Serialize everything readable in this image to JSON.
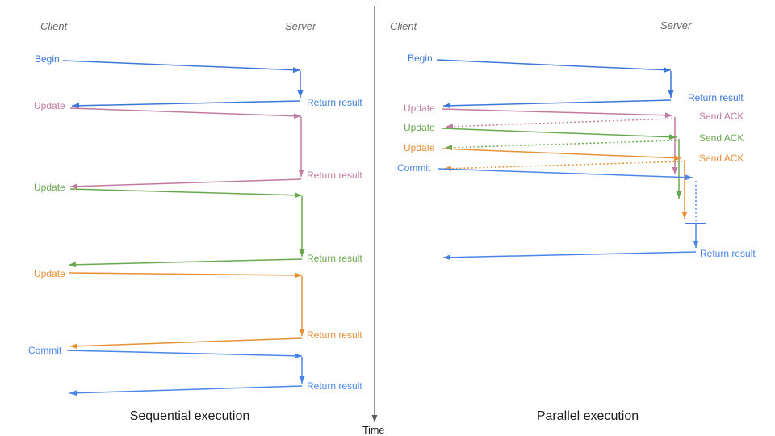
{
  "palette": {
    "begin_blue": "#3c78d8",
    "commit_blue": "#4a86e8",
    "update_pink": "#c27ba0",
    "update_green": "#6aa84f",
    "update_orange": "#e69138",
    "axis_gray": "#595959"
  },
  "time_axis": {
    "label": "Time"
  },
  "sequential": {
    "title": "Sequential execution",
    "client_label": "Client",
    "server_label": "Server",
    "messages": [
      {
        "request": "Begin",
        "response": "Return result",
        "color": "#3c78d8"
      },
      {
        "request": "Update",
        "response": "Return result",
        "color": "#c27ba0"
      },
      {
        "request": "Update",
        "response": "Return result",
        "color": "#6aa84f"
      },
      {
        "request": "Update",
        "response": "Return result",
        "color": "#e69138"
      },
      {
        "request": "Commit",
        "response": "Return result",
        "color": "#4a86e8"
      }
    ]
  },
  "parallel": {
    "title": "Parallel execution",
    "client_label": "Client",
    "server_label": "Server",
    "messages": [
      {
        "request": "Begin",
        "response": "Return result",
        "color": "#3c78d8"
      },
      {
        "request": "Update",
        "response": "Send ACK",
        "color": "#c27ba0"
      },
      {
        "request": "Update",
        "response": "Send ACK",
        "color": "#6aa84f"
      },
      {
        "request": "Update",
        "response": "Send ACK",
        "color": "#e69138"
      },
      {
        "request": "Commit",
        "response": "Return result",
        "color": "#4a86e8"
      }
    ]
  }
}
